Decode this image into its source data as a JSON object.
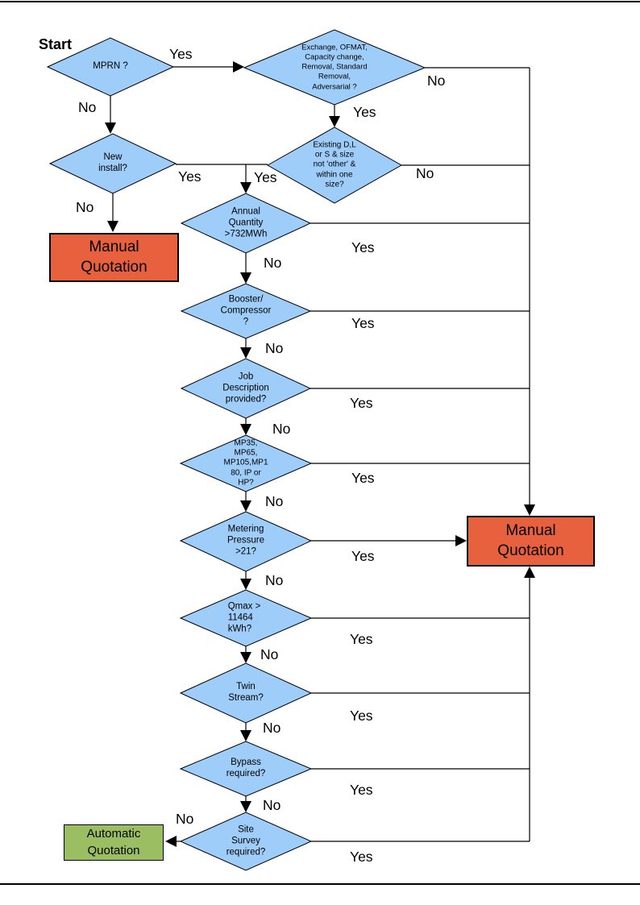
{
  "colors": {
    "decision_fill": "#9FCDF9",
    "manual_fill": "#E7613E",
    "automatic_fill": "#9CBE63",
    "line": "#000000"
  },
  "start_label": "Start",
  "decisions": {
    "mprn": "MPRN ?",
    "exchange": "Exchange, OFMAT,\nCapacity change,\nRemoval, Standard\nRemoval,\nAdversarial ?",
    "new_install": "New\ninstall?",
    "existing": "Existing D,L\nor S & size\nnot 'other' &\nwithin one\nsize?",
    "annual_quantity": "Annual\nQuantity\n>732MWh",
    "booster": "Booster/\nCompressor\n?",
    "job_description": "Job\nDescription\nprovided?",
    "mp_option": "MP35,\nMP65,\nMP105,MP1\n80, IP or\nHP?",
    "metering_pressure": "Metering\nPressure\n>21?",
    "qmax": "Qmax >\n11464\nkWh?",
    "twin_stream": "Twin\nStream?",
    "bypass": "Bypass\nrequired?",
    "site_survey": "Site\nSurvey\nrequired?"
  },
  "terminals": {
    "manual_left": "Manual\nQuotation",
    "manual_right": "Manual\nQuotation",
    "automatic": "Automatic\nQuotation"
  },
  "edge_labels": {
    "mprn_yes": "Yes",
    "mprn_no": "No",
    "exchange_yes": "Yes",
    "exchange_no": "No",
    "new_install_yes": "Yes",
    "new_install_no": "No",
    "existing_yes": "Yes",
    "existing_no": "No",
    "annual_yes": "Yes",
    "annual_no": "No",
    "booster_yes": "Yes",
    "booster_no": "No",
    "job_yes": "Yes",
    "job_no": "No",
    "mp_yes": "Yes",
    "mp_no": "No",
    "metering_yes": "Yes",
    "metering_no": "No",
    "qmax_yes": "Yes",
    "qmax_no": "No",
    "twin_yes": "Yes",
    "twin_no": "No",
    "bypass_yes": "Yes",
    "bypass_no": "No",
    "survey_yes": "Yes",
    "survey_no": "No"
  }
}
